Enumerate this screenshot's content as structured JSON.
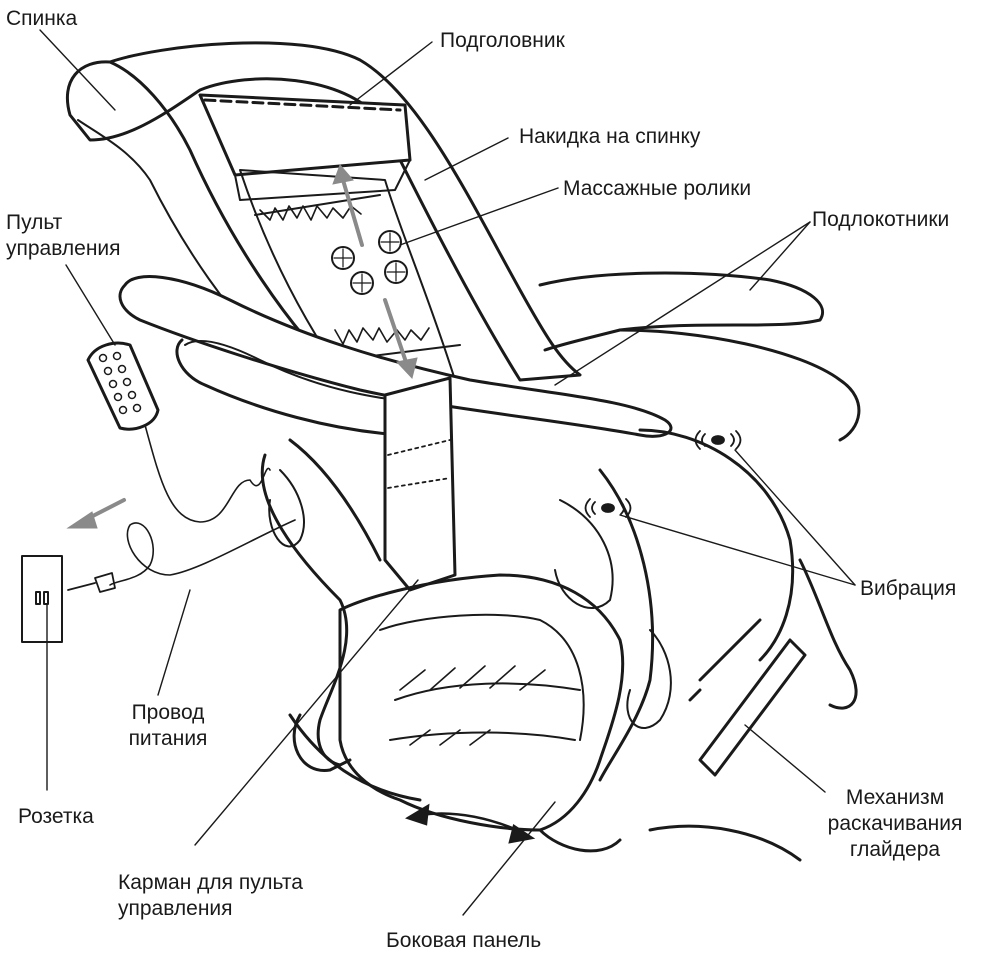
{
  "labels": {
    "backrest": "Спинка",
    "headrest": "Подголовник",
    "back_cover": "Накидка на спинку",
    "massage_rollers": "Массажные ролики",
    "remote_line1": "Пульт",
    "remote_line2": "управления",
    "armrests": "Подлокотники",
    "vibration": "Вибрация",
    "power_cord_line1": "Провод",
    "power_cord_line2": "питания",
    "socket": "Розетка",
    "pocket_line1": "Карман для пульта",
    "pocket_line2": "управления",
    "side_panel": "Боковая панель",
    "glider_line1": "Механизм",
    "glider_line2": "раскачивания",
    "glider_line3": "глайдера"
  },
  "colors": {
    "ink": "#1a1a1a",
    "arrow_gray": "#8a8a8a",
    "background": "#ffffff"
  }
}
